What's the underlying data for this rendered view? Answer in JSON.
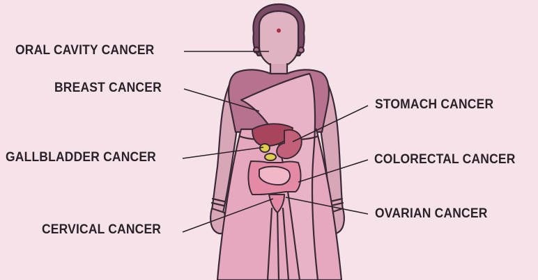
{
  "labels": {
    "oral_cavity": "ORAL CAVITY CANCER",
    "breast": "BREAST CANCER",
    "gallbladder": "GALLBLADDER CANCER",
    "cervical": "CERVICAL CANCER",
    "stomach": "STOMACH CANCER",
    "colorectal": "COLORECTAL CANCER",
    "ovarian": "OVARIAN CANCER"
  },
  "colors": {
    "background": "#f6e3ea",
    "saree": "#e6a8bf",
    "skin": "#d9a6b8",
    "blouse": "#b7728f",
    "hair": "#7a4a66",
    "outline": "#3a2a36",
    "liver": "#a8455c",
    "gallbladder": "#e0cf4a",
    "stomach": "#c2607a",
    "intestine": "#e58aa5",
    "bindi": "#b0273f"
  },
  "icons": [
    "woman-figure-illustration",
    "organs-illustration"
  ]
}
